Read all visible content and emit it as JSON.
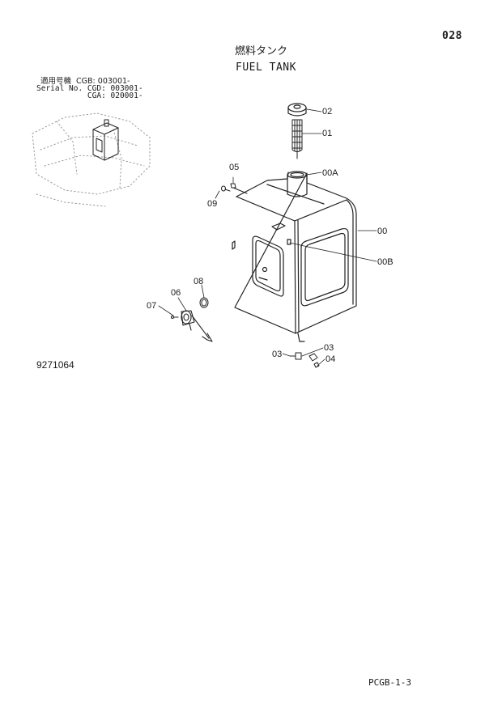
{
  "page_number": "028",
  "title": {
    "japanese": "燃料タンク",
    "english": "FUEL TANK"
  },
  "serial_info": {
    "line1": "適用号機  CGB: 003001-",
    "line2": "Serial No. CGD: 003001-",
    "line3": "           CGA: 020001-"
  },
  "figure_number": "9271064",
  "footer_code": "PCGB-1-3",
  "part_labels": {
    "p02": "02",
    "p01": "01",
    "p05": "05",
    "p00A": "00A",
    "p09": "09",
    "p00": "00",
    "p00B": "00B",
    "p08": "08",
    "p06": "06",
    "p07": "07",
    "p03a": "03",
    "p03b": "03",
    "p04": "04"
  }
}
